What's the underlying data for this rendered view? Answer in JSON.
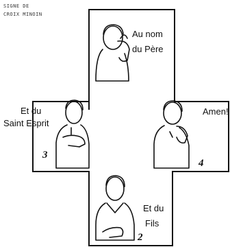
{
  "title_lines": [
    "SIGNE DE",
    "CROIX MINOIN"
  ],
  "steps": [
    {
      "caption_lines": [
        "Au nom",
        "du Père"
      ],
      "number": ""
    },
    {
      "caption_lines": [
        "Et du",
        "Saint Esprit"
      ],
      "number": "3"
    },
    {
      "caption_lines": [
        "Amen!"
      ],
      "number": "4"
    },
    {
      "caption_lines": [
        "Et du",
        "Fils"
      ],
      "number": "2"
    }
  ]
}
